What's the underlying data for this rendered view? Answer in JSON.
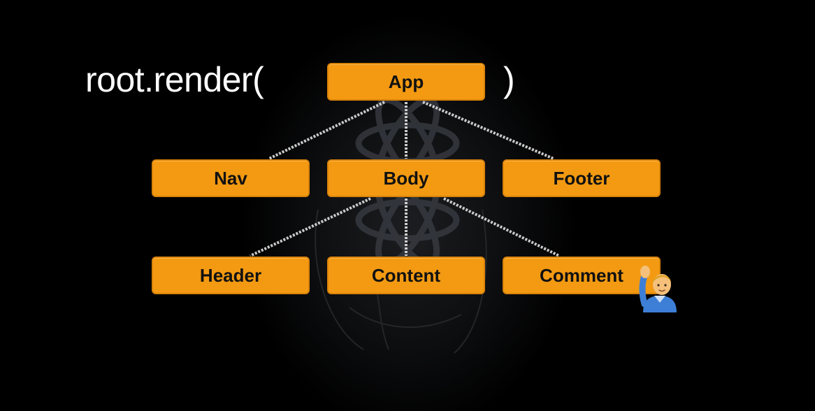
{
  "code": {
    "open": "root.render(",
    "close": ")"
  },
  "nodes": {
    "app": "App",
    "nav": "Nav",
    "body": "Body",
    "footer": "Footer",
    "header": "Header",
    "content": "Content",
    "comment": "Comment"
  },
  "colors": {
    "node_fill": "#f39a12",
    "connector": "#d9d9d9",
    "background": "#000000",
    "text": "#ffffff"
  },
  "icons": {
    "comment_badge": "person-raising-hand-icon"
  }
}
